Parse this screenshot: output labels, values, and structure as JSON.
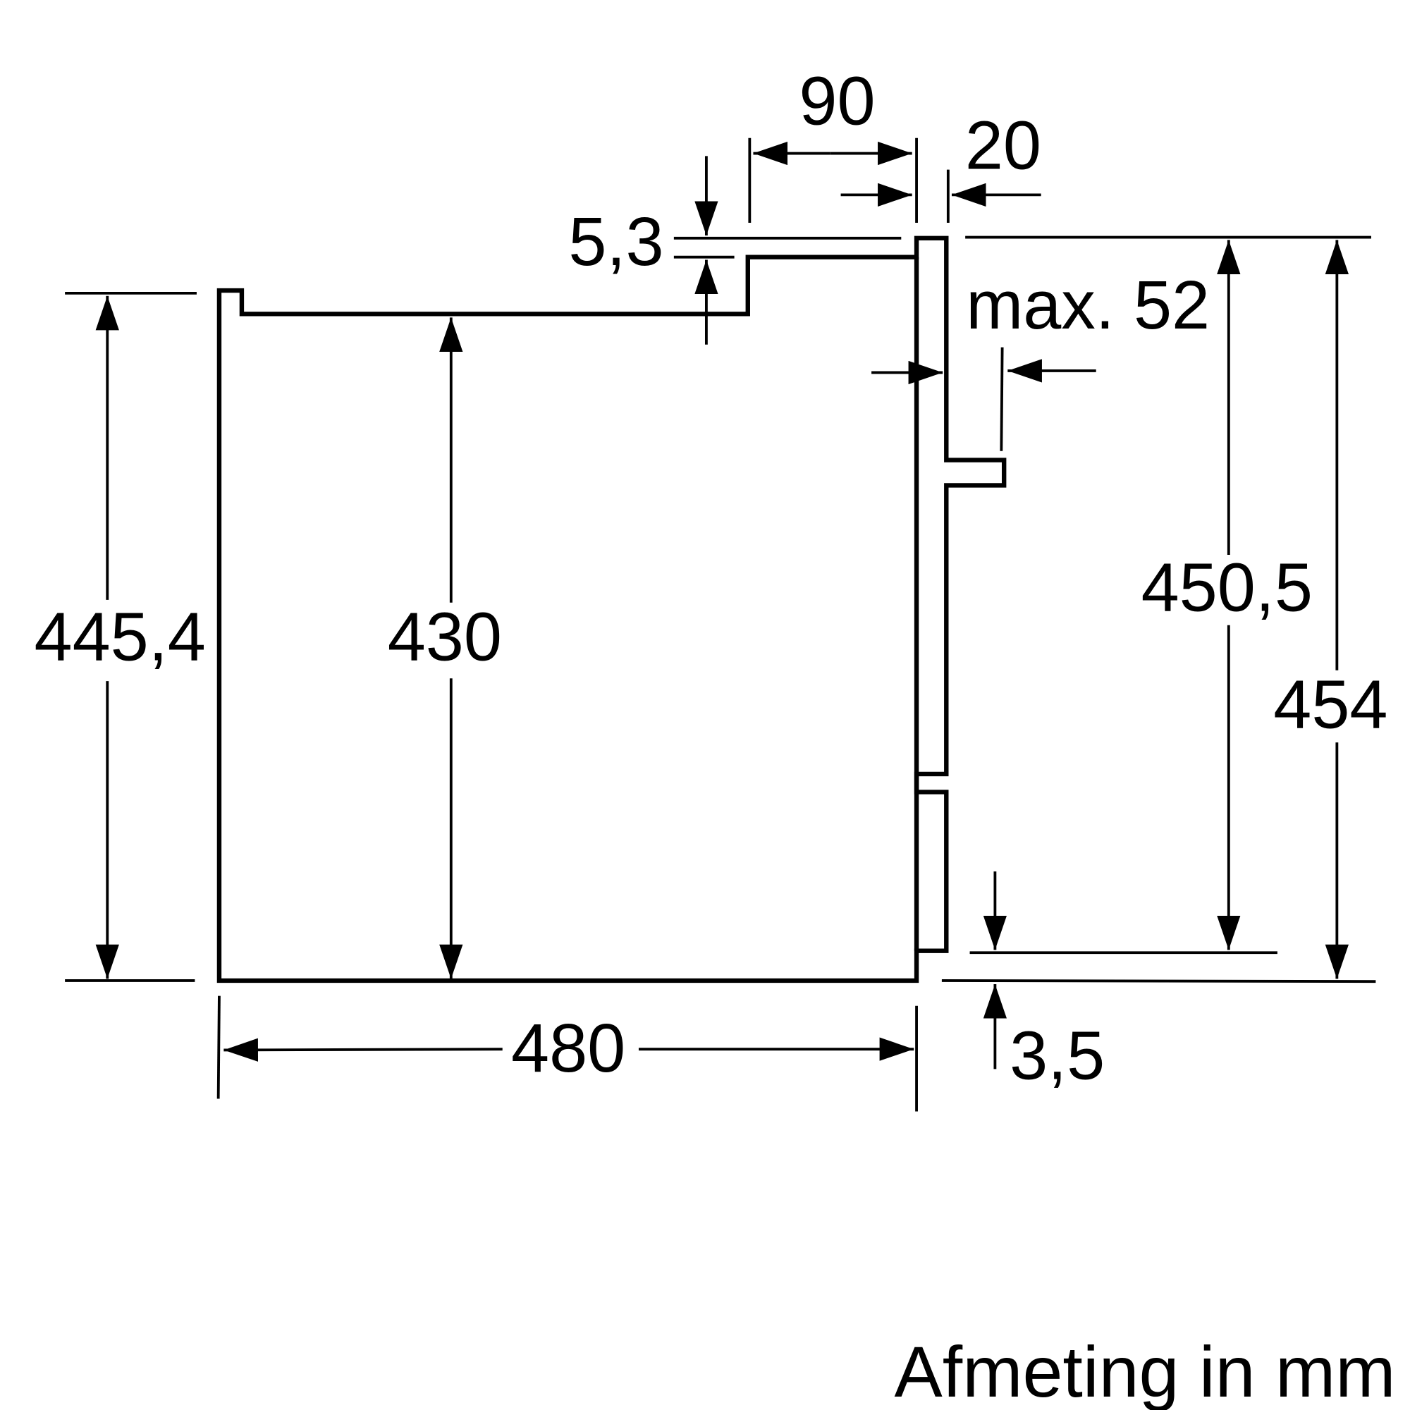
{
  "dimensions": {
    "height_left": "445,4",
    "height_inner": "430",
    "width": "480",
    "step": "5,3",
    "top_depth": "90",
    "panel": "20",
    "max_front": "max. 52",
    "height_front": "450,5",
    "height_total": "454",
    "bottom_gap": "3,5"
  },
  "note": "Afmeting in mm",
  "colors": {
    "line": "#000000",
    "background": "#ffffff"
  }
}
